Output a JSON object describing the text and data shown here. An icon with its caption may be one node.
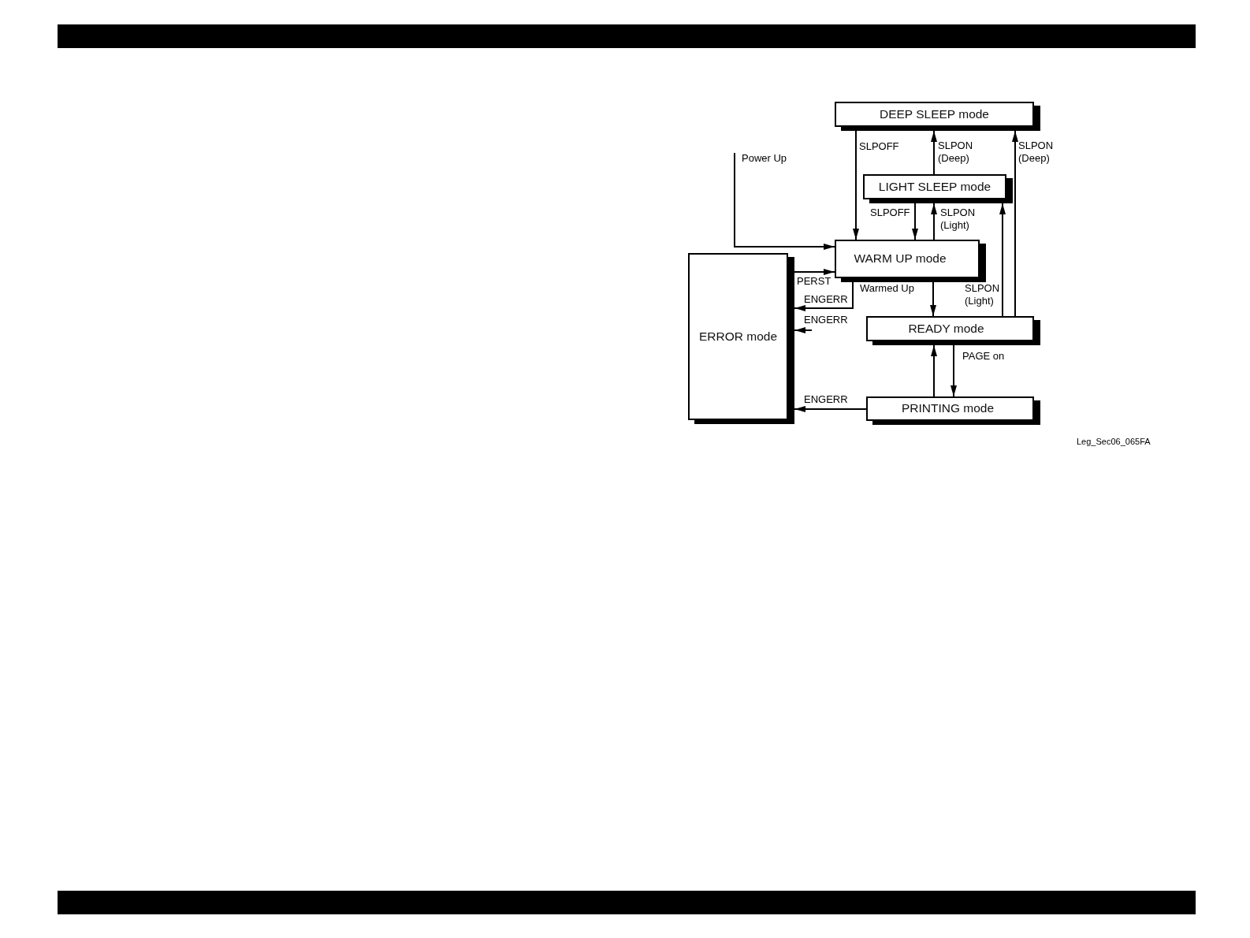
{
  "diagram": {
    "nodes": [
      {
        "text": [
          "DEEP SLEEP mode"
        ]
      },
      {
        "text": [
          "LIGHT SLEEP mode"
        ]
      },
      {
        "text": [
          "WARM UP mode"
        ]
      },
      {
        "text": [
          "ERROR mode"
        ]
      },
      {
        "text": [
          "READY mode"
        ]
      },
      {
        "text": [
          "PRINTING mode"
        ]
      }
    ],
    "edges": [
      {
        "from": null,
        "to": 2,
        "arrow": "to",
        "label": "Power Up"
      },
      {
        "from": 0,
        "to": 2,
        "arrow": "to",
        "label": "SLPOFF"
      },
      {
        "from": 1,
        "to": 0,
        "arrow": "to",
        "label": "SLPON (Deep)"
      },
      {
        "from": 4,
        "to": 0,
        "arrow": "to",
        "label": "SLPON (Deep)"
      },
      {
        "from": 1,
        "to": 2,
        "arrow": "to",
        "label": "SLPOFF"
      },
      {
        "from": 2,
        "to": 1,
        "arrow": "to",
        "label": "SLPON (Light)"
      },
      {
        "from": 3,
        "to": 2,
        "arrow": "to",
        "label": "PERST"
      },
      {
        "from": 2,
        "to": 3,
        "arrow": "to",
        "label": "ENGERR"
      },
      {
        "from": 2,
        "to": 4,
        "arrow": "to",
        "label": "Warmed Up"
      },
      {
        "from": 4,
        "to": 1,
        "arrow": "to",
        "label": "SLPON (Light)"
      },
      {
        "from": null,
        "to": 3,
        "arrow": "to",
        "label": "ENGERR"
      },
      {
        "from": 5,
        "to": 4,
        "arrow": "to"
      },
      {
        "from": 4,
        "to": 5,
        "arrow": "to",
        "label": "PAGE on"
      },
      {
        "from": 5,
        "to": 3,
        "arrow": "to",
        "label": "ENGERR"
      }
    ],
    "labels": [
      "Leg_Sec06_065FA"
    ]
  }
}
